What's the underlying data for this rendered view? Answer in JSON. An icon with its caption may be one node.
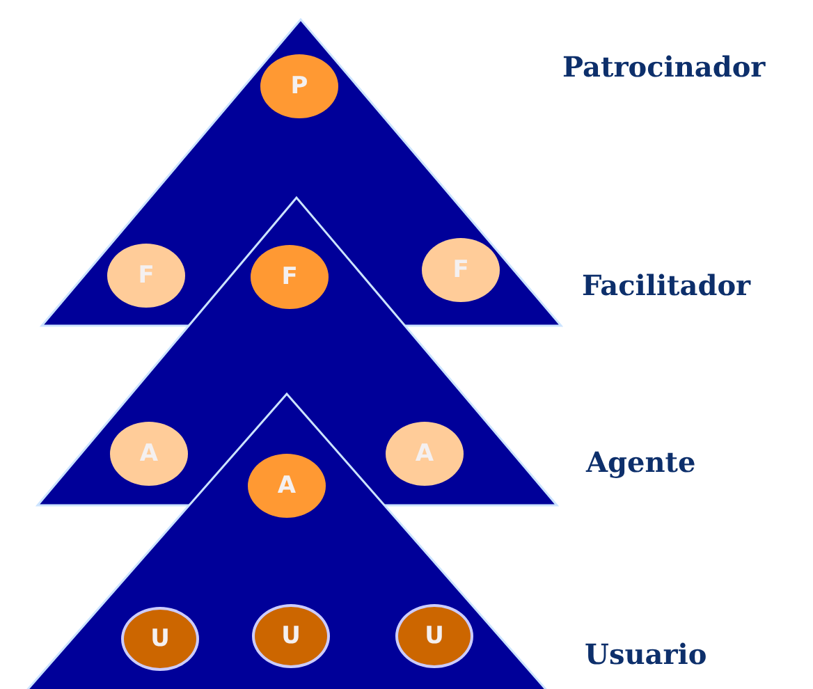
{
  "diagram": {
    "nodes": [
      {
        "text": [
          "P"
        ]
      },
      {
        "text": [
          "F"
        ]
      },
      {
        "text": [
          "F"
        ]
      },
      {
        "text": [
          "F"
        ]
      },
      {
        "text": [
          "A"
        ]
      },
      {
        "text": [
          "A"
        ]
      },
      {
        "text": [
          "A"
        ]
      },
      {
        "text": [
          "U"
        ]
      },
      {
        "text": [
          "U"
        ]
      },
      {
        "text": [
          "U"
        ]
      }
    ],
    "labels": [
      "Patrocinador",
      "Facilitador",
      "Agente",
      "Usuario"
    ]
  }
}
